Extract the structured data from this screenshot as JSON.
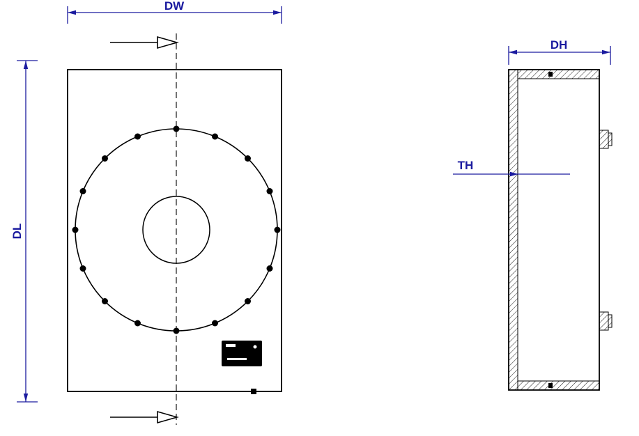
{
  "drawing": {
    "dimension_labels": {
      "dw": "DW",
      "dl": "DL",
      "dh": "DH",
      "th": "TH"
    },
    "colors": {
      "dimension_blue": "#1b1b9f",
      "object_black": "#000000",
      "background": "#ffffff"
    }
  }
}
